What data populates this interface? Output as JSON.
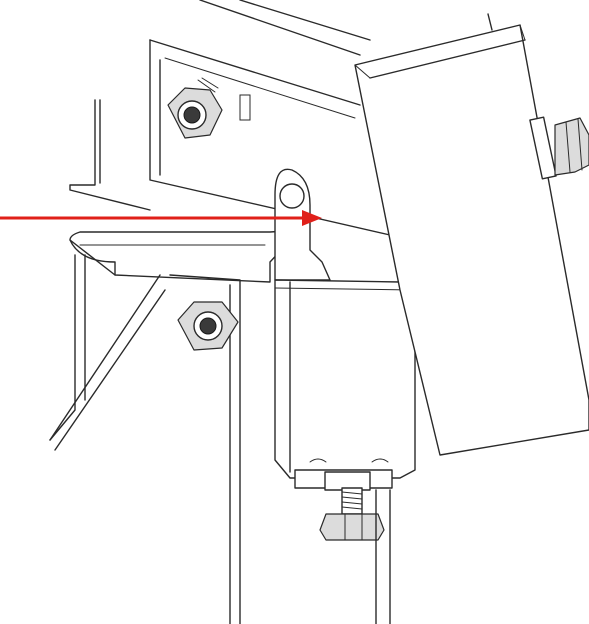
{
  "figure": {
    "description_visible_text": "",
    "colors": {
      "line": "#2a2a2a",
      "arrow": "#e0201a",
      "background": "#ffffff",
      "nut_fill": "#dcdcdc"
    },
    "icons": [
      "red-pointer-arrow",
      "hex-nut",
      "threaded-bolt"
    ]
  }
}
